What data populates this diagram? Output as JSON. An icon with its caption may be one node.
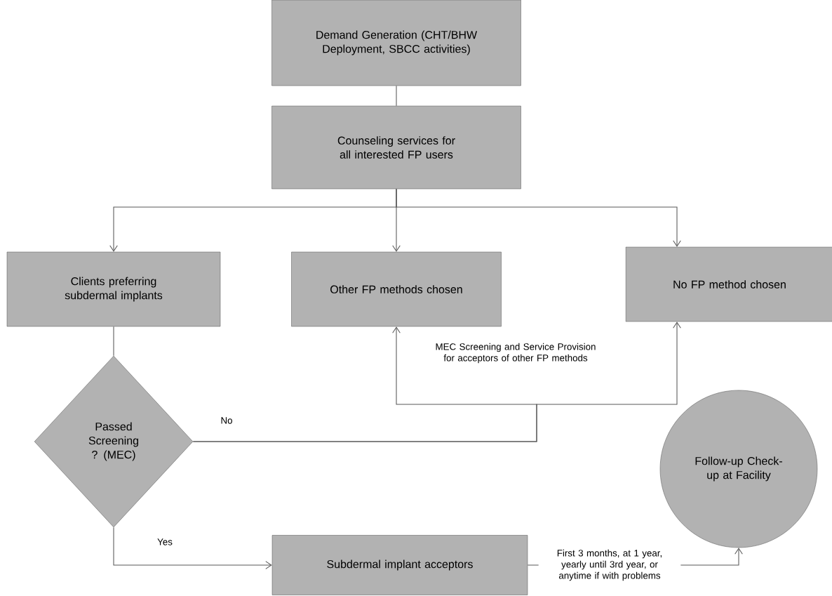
{
  "diagram": {
    "nodes": [
      {
        "text": [
          "Demand Generation (CHT/BHW Deployment, SBCC activities)"
        ]
      },
      {
        "text": [
          "Counseling services for all interested FP users"
        ]
      },
      {
        "text": [
          "Clients preferring subdermal implants"
        ]
      },
      {
        "text": [
          "Other FP methods chosen"
        ]
      },
      {
        "text": [
          "No FP method chosen"
        ]
      },
      {
        "text": [
          "Passed Screening ? (MEC)"
        ]
      },
      {
        "text": [
          "Subdermal implant acceptors"
        ]
      },
      {
        "text": [
          "Follow-up Check-up at Facility"
        ]
      }
    ],
    "edges": [
      {
        "from": 0,
        "to": 1,
        "arrow": "none"
      },
      {
        "from": 1,
        "to": 2,
        "arrow": "to"
      },
      {
        "from": 1,
        "to": 3,
        "arrow": "to"
      },
      {
        "from": 1,
        "to": 4,
        "arrow": "to"
      },
      {
        "from": 2,
        "to": 5,
        "arrow": "none"
      },
      {
        "from": 5,
        "to": 3,
        "arrow": "to",
        "label": "No"
      },
      {
        "from": 5,
        "to": 4,
        "arrow": "to"
      },
      {
        "from": 5,
        "to": 6,
        "arrow": "to",
        "label": "Yes"
      },
      {
        "from": 6,
        "to": 7,
        "arrow": "to",
        "label": "First 3 months, at 1 year, yearly until 3rd year, or anytime if with problems"
      }
    ],
    "labels": [
      "MEC Screening and Service Provision for acceptors of other FP methods"
    ]
  }
}
